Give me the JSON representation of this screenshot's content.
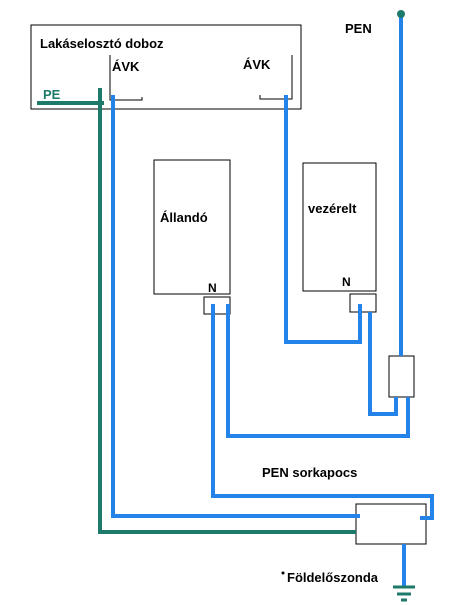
{
  "labels": {
    "distribution_box": "Lakáselosztó doboz",
    "breaker_left": "ÁVK",
    "breaker_right": "ÁVK",
    "pe": "PE",
    "pen": "PEN",
    "meter_constant": "Állandó",
    "meter_controlled": "vezérelt",
    "meter_constant_n": "N",
    "meter_controlled_n": "N",
    "pen_terminal": "PEN sorkapocs",
    "ground_probe": "Földelőszonda"
  },
  "colors": {
    "wire_blue": "#2383e8",
    "wire_green": "#1d7a6a",
    "outline": "#000000",
    "background": "#ffffff"
  }
}
